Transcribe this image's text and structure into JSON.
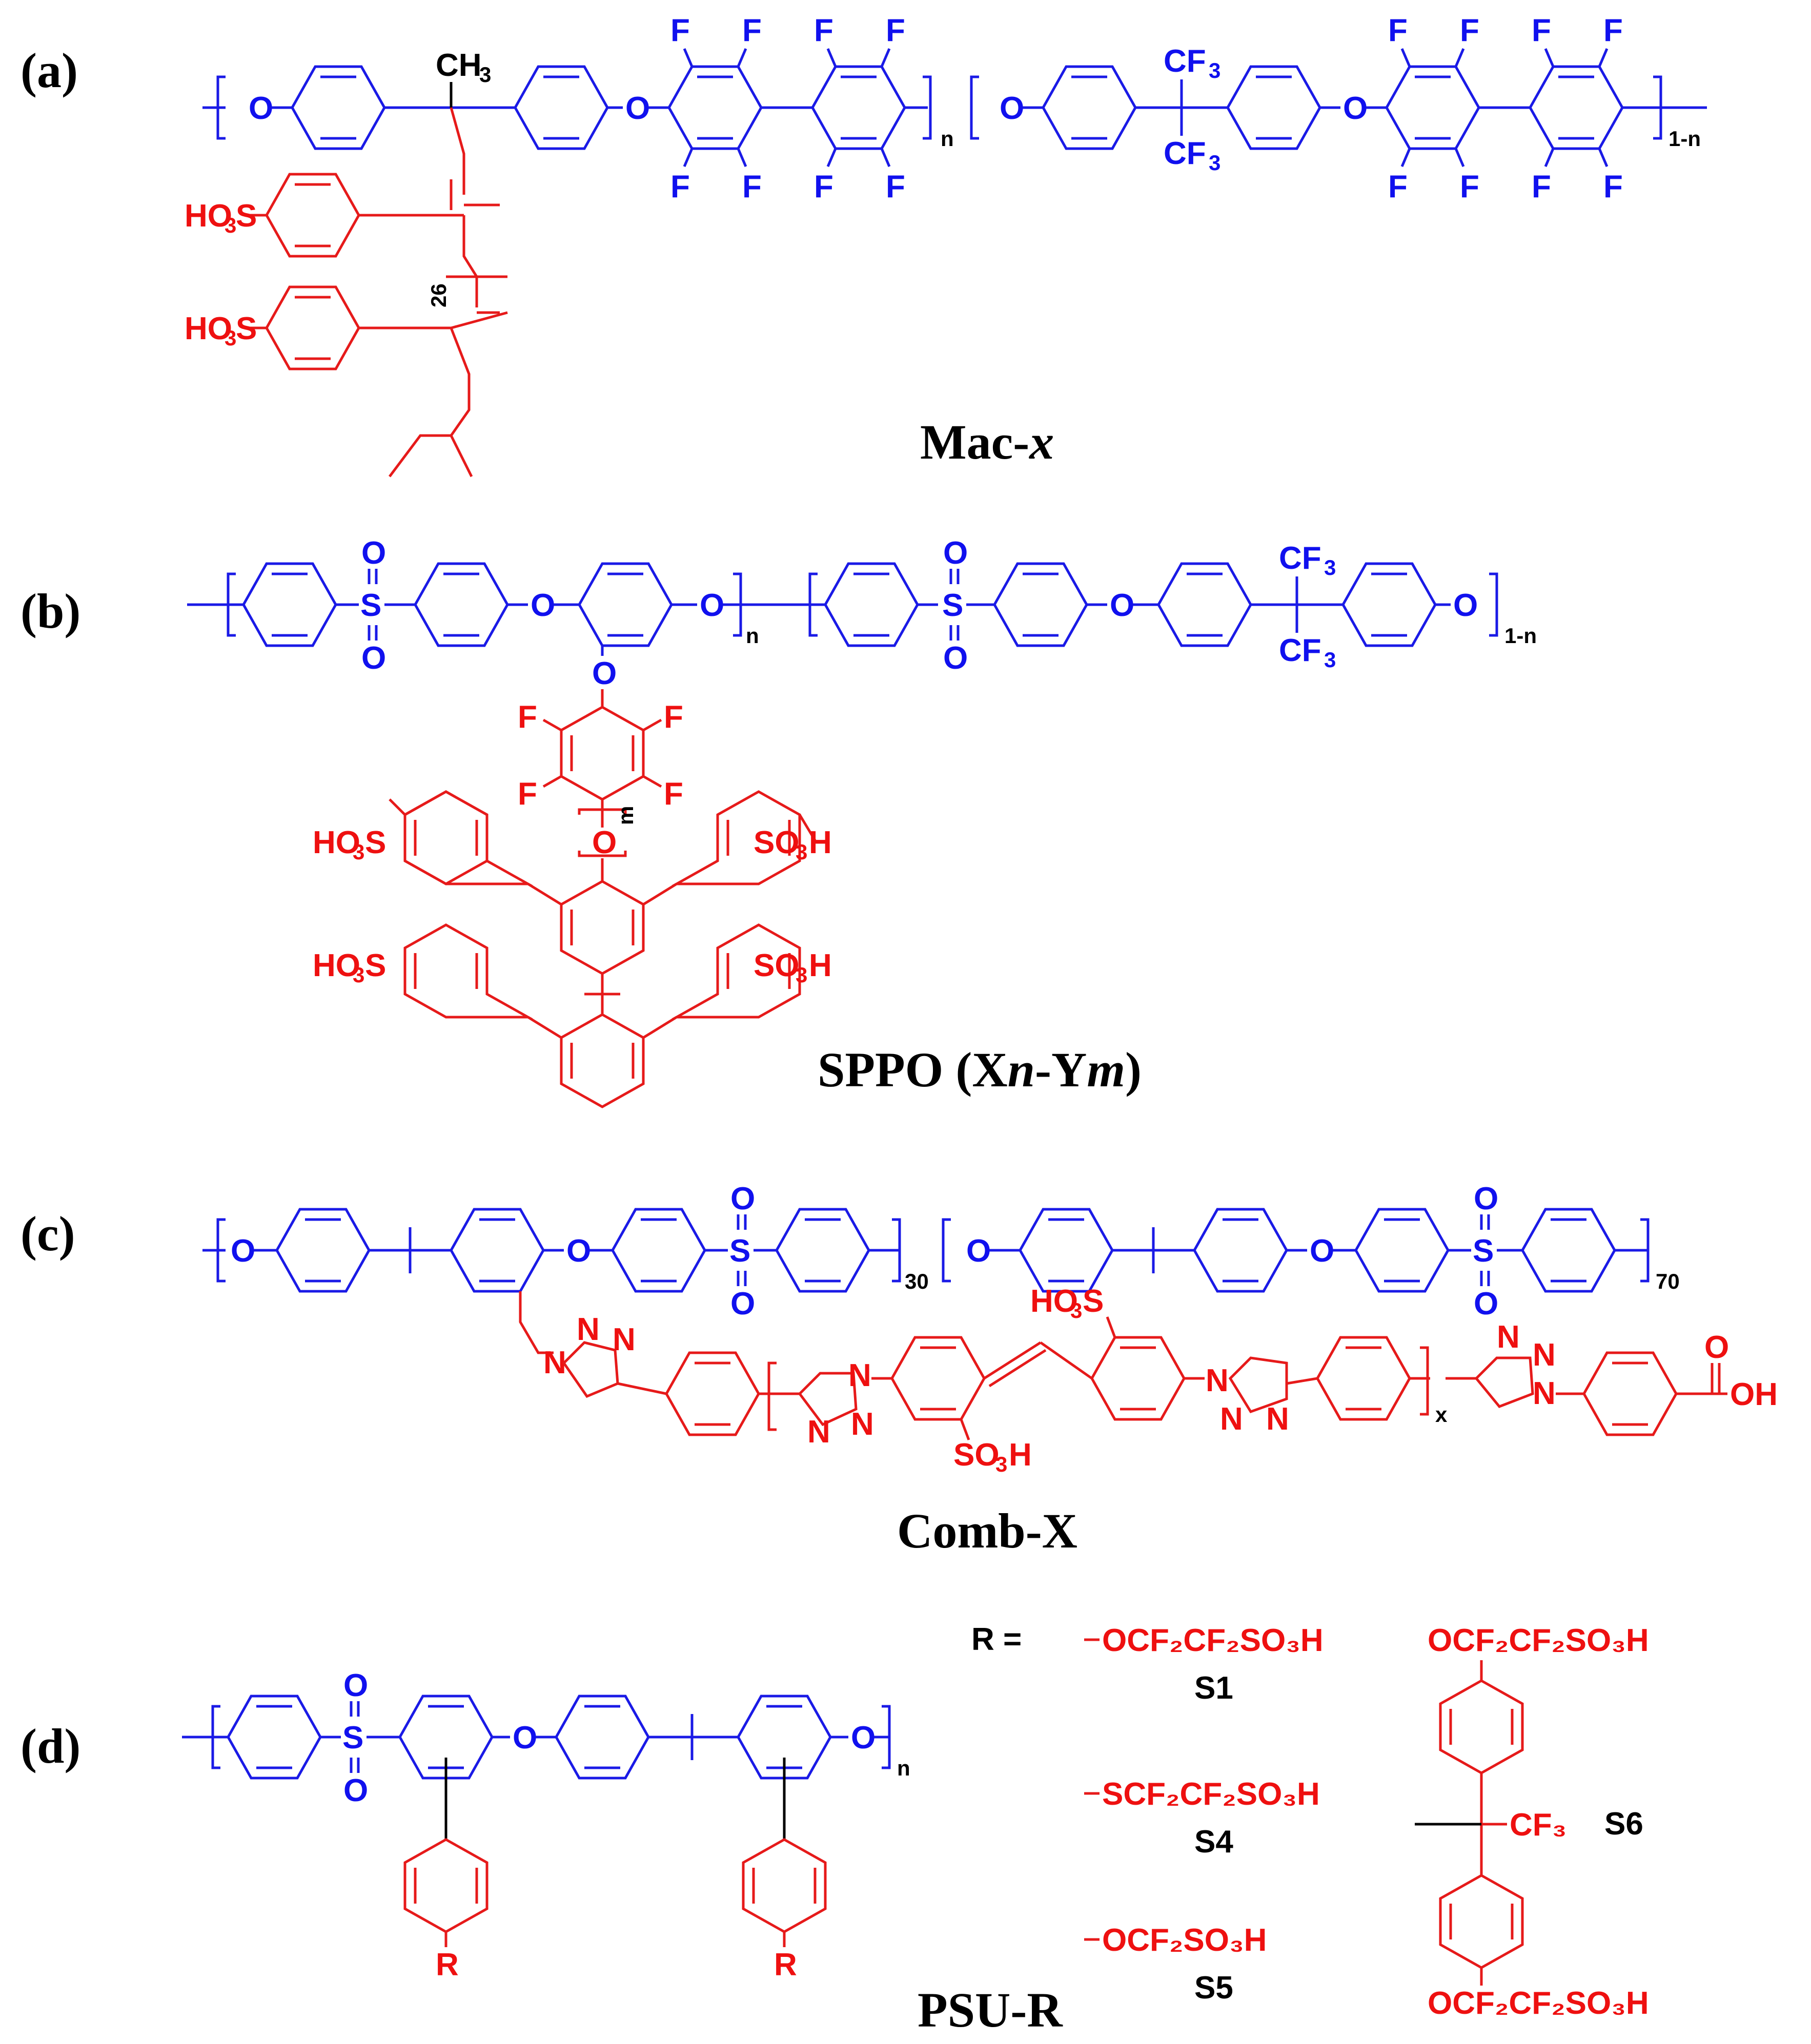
{
  "panels": {
    "a": {
      "label": "(a)",
      "caption_main": "Mac-",
      "caption_italic": "x"
    },
    "b": {
      "label": "(b)",
      "caption_pre": "SPPO (X",
      "caption_n": "n",
      "caption_mid": "-Y",
      "caption_m": "m",
      "caption_post": ")"
    },
    "c": {
      "label": "(c)",
      "caption": "Comb-X"
    },
    "d": {
      "label": "(d)",
      "caption": "PSU-R"
    }
  },
  "atoms": {
    "O": "O",
    "F": "F",
    "S": "S",
    "N": "N",
    "R": "R",
    "CH3": "CH",
    "CF3": "CF",
    "HO3S": "HO",
    "SO3H": "SO",
    "H": "H",
    "OH": "OH",
    "three": "3",
    "two": "2"
  },
  "subscripts": {
    "n": "n",
    "one_minus_n": "1-n",
    "m": "m",
    "x": "x",
    "thirty": "30",
    "seventy": "70",
    "twenty_six": "26"
  },
  "substituents": {
    "r_equals": "R  =",
    "s1": {
      "name": "S1",
      "formula": "OCF₂CF₂SO₃H"
    },
    "s4": {
      "name": "S4",
      "formula": "SCF₂CF₂SO₃H"
    },
    "s5": {
      "name": "S5",
      "formula": "OCF₂SO₃H"
    },
    "s6": {
      "name": "S6",
      "top": "OCF₂CF₂SO₃H",
      "mid": "CF₃",
      "bottom": "OCF₂CF₂SO₃H"
    }
  },
  "colors": {
    "backbone": "#1a1ae6",
    "side_chain": "#e61a1a",
    "text": "#000000"
  }
}
